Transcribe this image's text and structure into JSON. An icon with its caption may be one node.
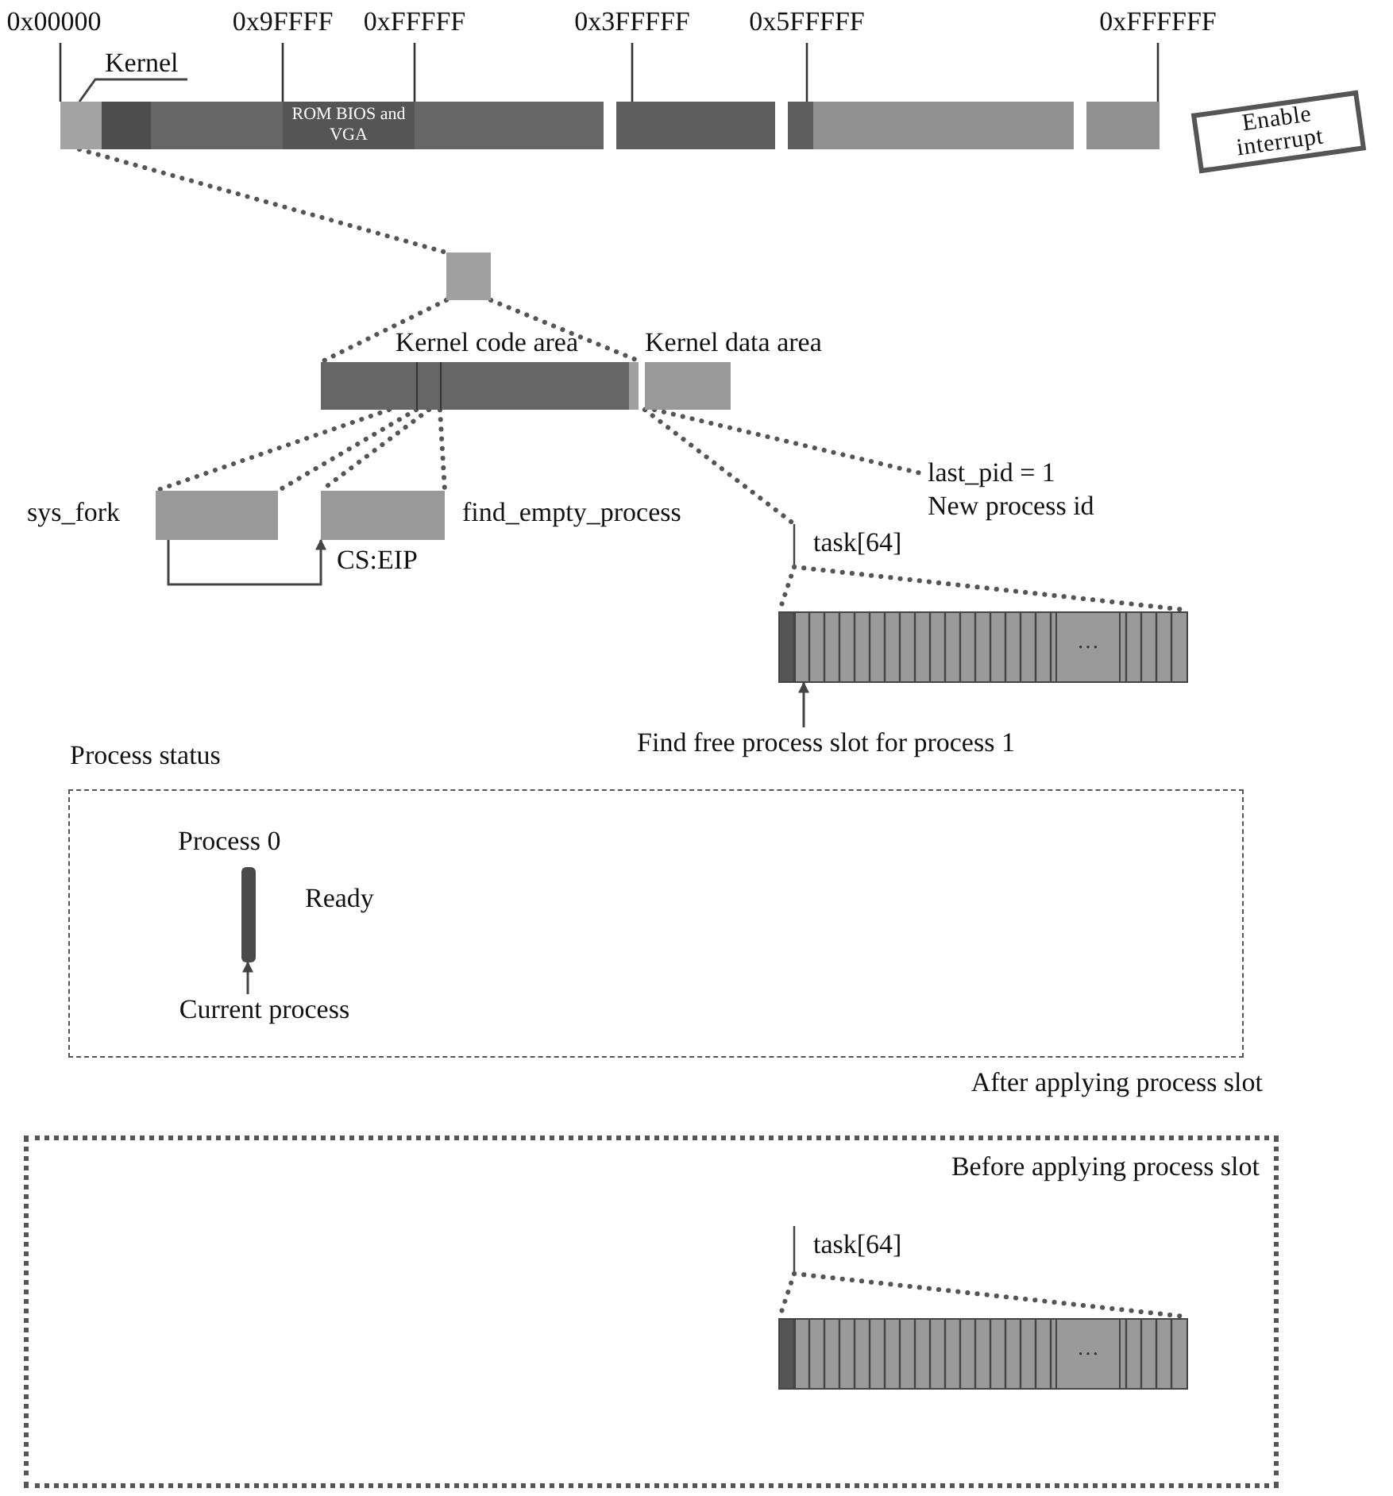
{
  "diagram": {
    "nodes": [
      {
        "text": [],
        "shape": "bar"
      },
      {
        "text": [
          "ROM BIOS and VGA"
        ],
        "in": 0
      },
      {
        "text": [
          "Kernel"
        ]
      },
      {
        "text": [
          "Enable interrupt"
        ]
      },
      {
        "text": [],
        "shape": "box"
      },
      {
        "text": [
          "Kernel code area"
        ]
      },
      {
        "text": [
          "Kernel data area"
        ]
      },
      {
        "text": [
          "sys_fork"
        ]
      },
      {
        "text": [
          "find_empty_process"
        ]
      },
      {
        "text": [
          "last_pid = 1",
          "New process id"
        ]
      },
      {
        "text": [
          "task[64]"
        ]
      },
      {
        "text": [
          "Find free process slot for process 1"
        ]
      },
      {
        "text": [
          "Process status"
        ]
      },
      {
        "text": [
          "Process 0"
        ],
        "beside": [
          "Ready"
        ],
        "in": 12
      },
      {
        "text": [
          "Current process"
        ],
        "in": 12
      },
      {
        "text": [
          "After applying process slot",
          "Before applying process slot"
        ]
      },
      {
        "text": [
          "task[64]"
        ],
        "in": 15
      }
    ],
    "edges": [
      {
        "from": 2,
        "to": 0,
        "arrow": "none"
      },
      {
        "from": 0,
        "to": 4,
        "arrow": "none",
        "style": "dashed"
      },
      {
        "from": 4,
        "to": 5,
        "arrow": "none",
        "style": "dashed"
      },
      {
        "from": 4,
        "to": 6,
        "arrow": "none",
        "style": "dashed"
      },
      {
        "from": 5,
        "to": 7,
        "arrow": "none",
        "style": "dashed"
      },
      {
        "from": 5,
        "to": 7,
        "arrow": "none",
        "style": "dashed"
      },
      {
        "from": 5,
        "to": 8,
        "arrow": "none",
        "style": "dashed"
      },
      {
        "from": 5,
        "to": 8,
        "arrow": "none",
        "style": "dashed"
      },
      {
        "from": 7,
        "to": 8,
        "arrow": "to",
        "label": "CS:EIP"
      },
      {
        "from": 6,
        "to": 9,
        "arrow": "none",
        "style": "dashed"
      },
      {
        "from": 6,
        "to": 10,
        "arrow": "none",
        "style": "dashed"
      },
      {
        "from": 11,
        "to": 10,
        "arrow": "to"
      },
      {
        "from": 14,
        "to": 13,
        "arrow": "to"
      }
    ],
    "labels": [
      "0x00000",
      "0x9FFFF",
      "0xFFFFF",
      "0x3FFFFF",
      "0x5FFFFF",
      "0xFFFFFF",
      "…",
      "…"
    ]
  }
}
